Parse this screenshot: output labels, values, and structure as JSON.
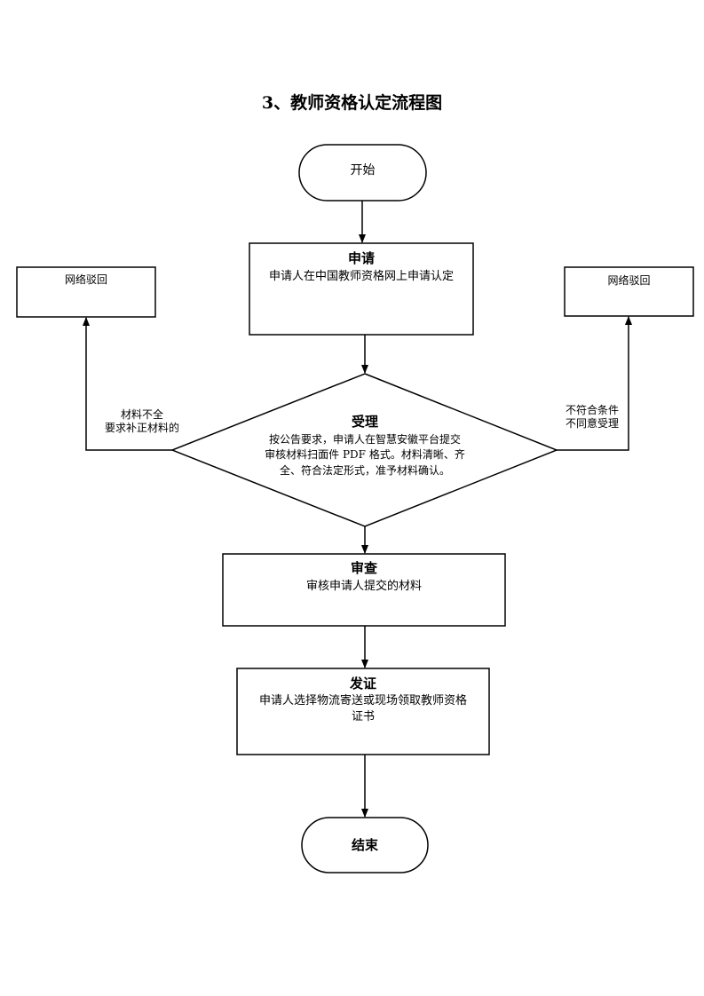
{
  "title": "3、教师资格认定流程图",
  "nodes": {
    "start": {
      "label": "开始"
    },
    "apply": {
      "label": "申请",
      "desc": "申请人在中国教师资格网上申请认定"
    },
    "accept": {
      "label": "受理",
      "desc_lines": [
        "按公告要求，申请人在智慧安徽平台提交",
        "审核材料扫面件 PDF 格式。材料清晰、齐",
        "全、符合法定形式，准予材料确认。"
      ]
    },
    "review": {
      "label": "审查",
      "desc": "审核申请人提交的材料"
    },
    "issue": {
      "label": "发证",
      "desc_lines": [
        "申请人选择物流寄送或现场领取教师资格",
        "证书"
      ]
    },
    "end": {
      "label": "结束"
    },
    "reject_left": {
      "label": "网络驳回"
    },
    "reject_right": {
      "label": "网络驳回"
    }
  },
  "edges": {
    "left_label_lines": [
      "材料不全",
      "要求补正材料的"
    ],
    "right_label_lines": [
      "不符合条件",
      "不同意受理"
    ]
  }
}
